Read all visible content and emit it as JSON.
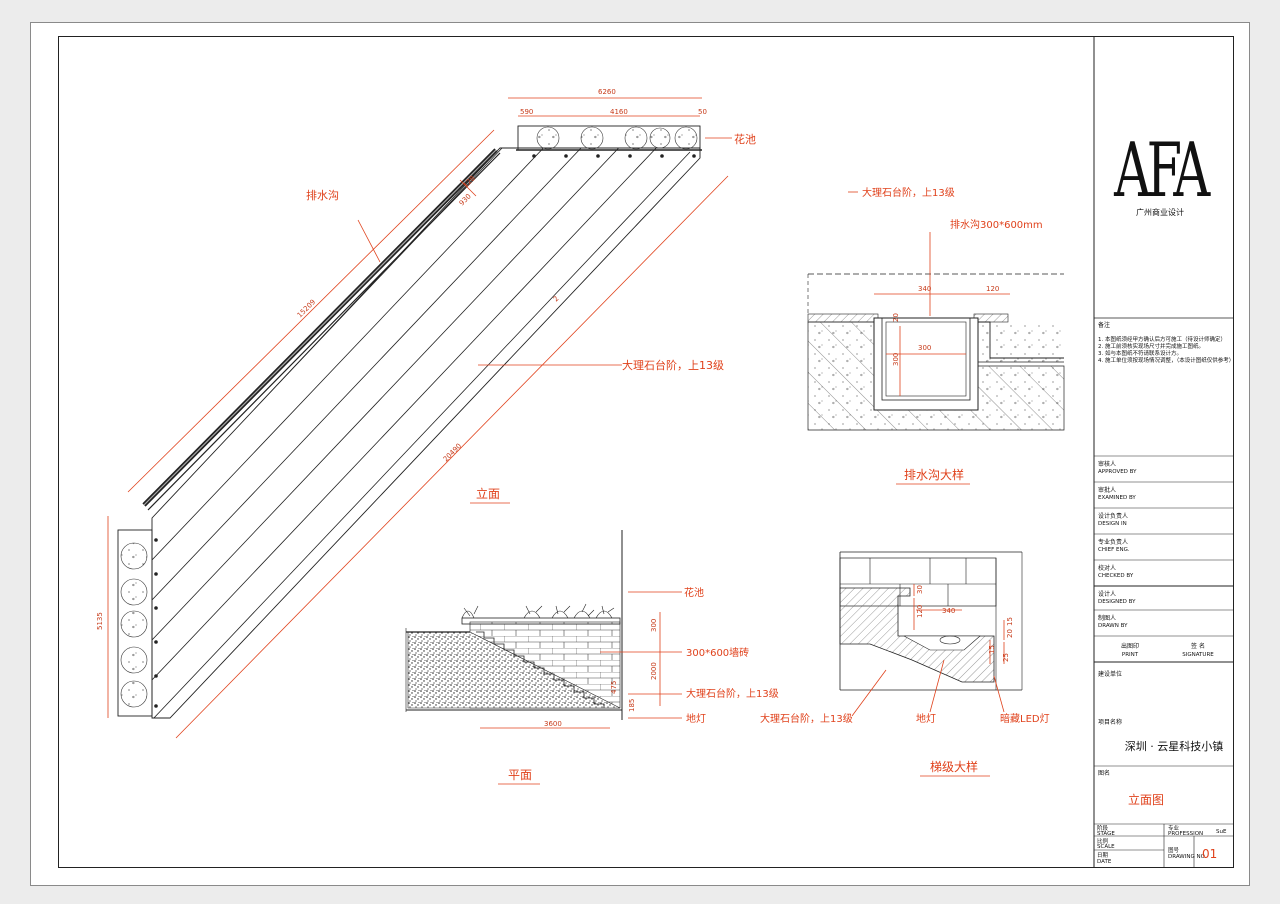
{
  "brand": {
    "logo": "AFA",
    "subtitle": "广州商业设计"
  },
  "elevation": {
    "labels": {
      "drain": "排水沟",
      "planter": "花池",
      "steps": "大理石台阶，上13级"
    },
    "dims": {
      "top_total": "6260",
      "top_left": "590",
      "top_mid": "4160",
      "top_right": "50",
      "diag_outer": "15209",
      "diag_inner": "2",
      "stair_len": "20490",
      "side_height": "5135",
      "small_a": "128",
      "small_b": "930"
    },
    "caption": "立面"
  },
  "plan": {
    "labels": {
      "planter": "花池",
      "tile": "300*600墙砖",
      "steps": "大理石台阶，上13级",
      "lamp": "地灯"
    },
    "dims": {
      "width": "3600",
      "h_top": "300",
      "h_mid": "2000",
      "h_a": "475",
      "h_b": "185"
    },
    "caption": "平面"
  },
  "drain_detail": {
    "labels": {
      "steps": "大理石台阶，上13级",
      "drain": "排水沟300*600mm"
    },
    "dims": {
      "top": "340",
      "right": "120",
      "inner_w": "300",
      "inner_h": "300",
      "small": "20"
    },
    "caption": "排水沟大样"
  },
  "step_detail": {
    "labels": {
      "steps": "大理石台阶，上13级",
      "lamp": "地灯",
      "led": "暗藏LED灯"
    },
    "dims": {
      "a": "30",
      "b": "120",
      "c": "340",
      "d": "20",
      "e": "15",
      "f": "25",
      "g": "15"
    },
    "caption": "梯级大样"
  },
  "notes": {
    "heading": "备注",
    "lines": [
      "1. 本图纸须经甲方确认后方可施工（待设计师确定）",
      "2. 施工前须核实现场尺寸并完成施工图纸。",
      "3. 如与本图纸不符请联系设计方。",
      "4. 施工单位须按现场情况调整，（本设计图纸仅供参考）"
    ]
  },
  "signatures": [
    {
      "cn": "审核人",
      "en": "APPROVED BY"
    },
    {
      "cn": "审批人",
      "en": "EXAMINED BY"
    },
    {
      "cn": "设计负责人",
      "en": "DESIGN IN"
    },
    {
      "cn": "专业负责人",
      "en": "CHIEF ENG."
    },
    {
      "cn": "校对人",
      "en": "CHECKED BY"
    },
    {
      "cn": "设计人",
      "en": "DESIGNED BY"
    },
    {
      "cn": "制图人",
      "en": "DRAWN BY"
    }
  ],
  "print_row": {
    "a_cn": "出图印",
    "a_en": "PRINT",
    "b_cn": "签 名",
    "b_en": "SIGNATURE"
  },
  "construction_unit": "建设单位",
  "project": {
    "label": "项目名称",
    "name": "深圳 · 云星科技小镇"
  },
  "drawing": {
    "label": "图名",
    "name": "立面图"
  },
  "bottom": {
    "stage_cn": "阶段",
    "stage_en": "STAGE",
    "scale_cn": "比例",
    "scale_en": "SCALE",
    "date_cn": "日期",
    "date_en": "DATE",
    "prof_cn": "专业",
    "prof_en": "PROFESSION",
    "sub_label": "SuE",
    "no_cn": "图号",
    "no_en": "DRAWING NO.",
    "number": "01"
  },
  "colors": {
    "accent": "#e0421c",
    "line": "#222222"
  }
}
